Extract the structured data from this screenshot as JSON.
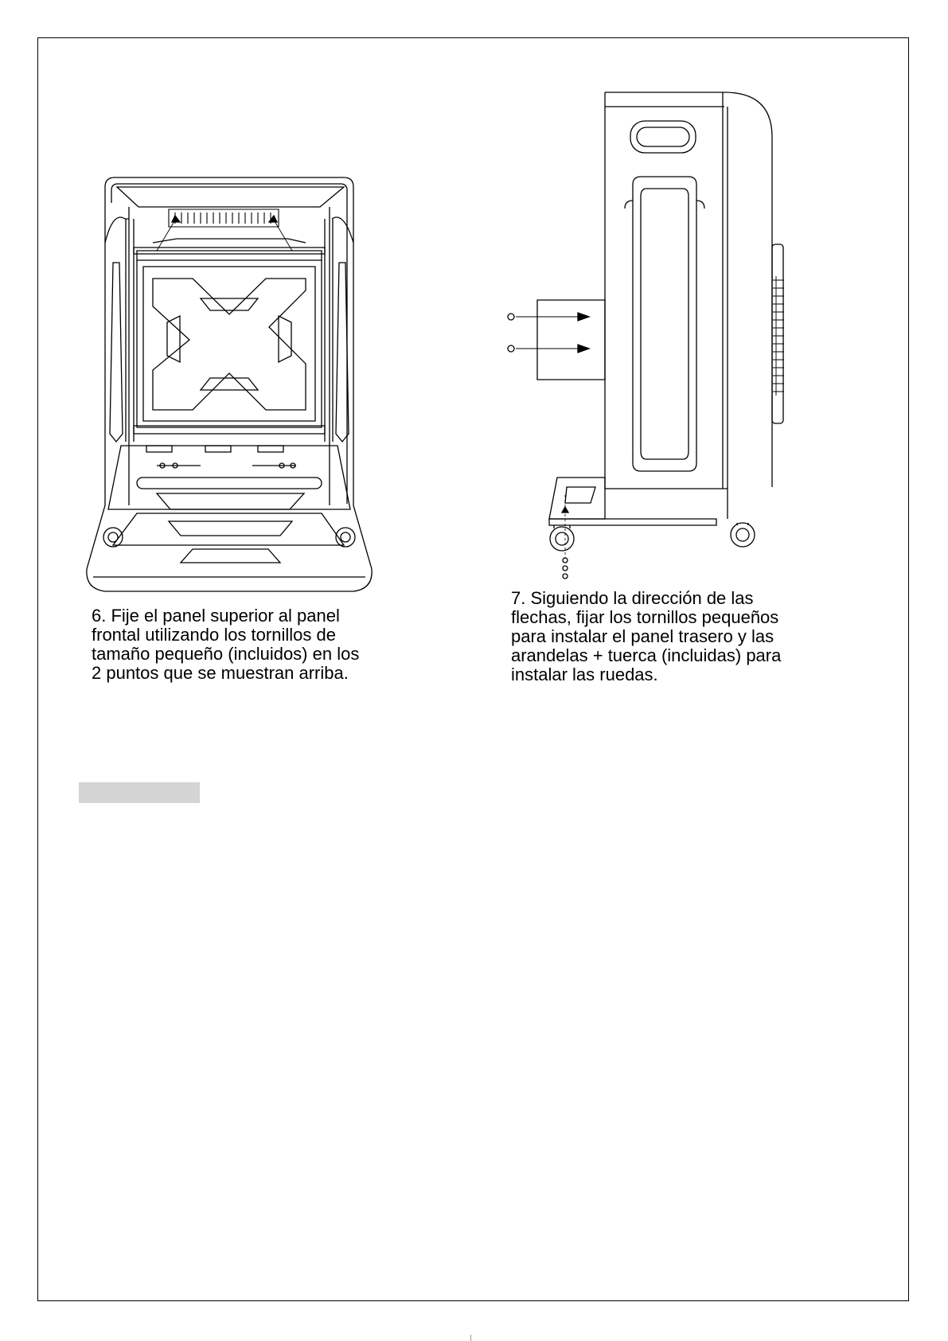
{
  "step6": {
    "lines": [
      "6. Fije el panel superior  al panel",
      "frontal utilizando los tornillos de",
      "tamaño pequeño (incluidos) en los",
      "2 puntos que se muestran arriba."
    ]
  },
  "step7": {
    "lines": [
      "7. Siguiendo la dirección de las",
      "flechas, fijar los tornillos pequeños",
      "para instalar el panel trasero y las",
      "arandelas + tuerca (incluidas) para",
      "instalar las ruedas."
    ]
  },
  "figures": {
    "front": "heater-front-panel-illustration",
    "side": "heater-side-view-illustration"
  },
  "colors": {
    "line": "#000000",
    "highlight_bar": "#d4d4d4"
  }
}
